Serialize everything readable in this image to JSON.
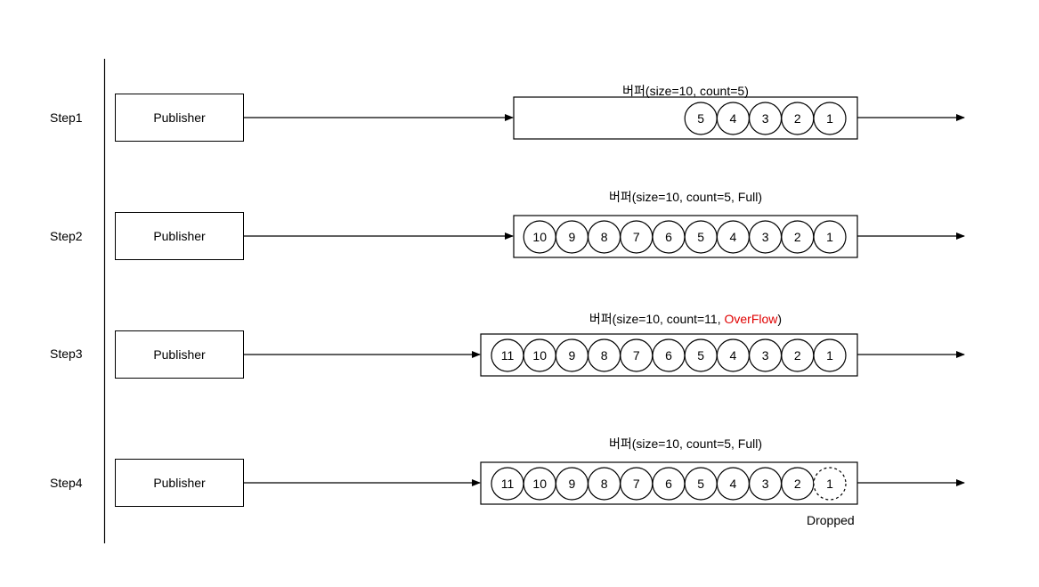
{
  "steps": [
    {
      "label": "Step1",
      "publisher": "Publisher",
      "buffer_label": "버퍼(size=10, count=5)",
      "buffer_label_warn": "",
      "buffer_label_end": "",
      "items": [
        "5",
        "4",
        "3",
        "2",
        "1"
      ],
      "dropped_items": []
    },
    {
      "label": "Step2",
      "publisher": "Publisher",
      "buffer_label": "버퍼(size=10, count=5, Full)",
      "buffer_label_warn": "",
      "buffer_label_end": "",
      "items": [
        "10",
        "9",
        "8",
        "7",
        "6",
        "5",
        "4",
        "3",
        "2",
        "1"
      ],
      "dropped_items": []
    },
    {
      "label": "Step3",
      "publisher": "Publisher",
      "buffer_label": "버퍼(size=10, count=11, ",
      "buffer_label_warn": "OverFlow",
      "buffer_label_end": ")",
      "items": [
        "11",
        "10",
        "9",
        "8",
        "7",
        "6",
        "5",
        "4",
        "3",
        "2",
        "1"
      ],
      "dropped_items": []
    },
    {
      "label": "Step4",
      "publisher": "Publisher",
      "buffer_label": "버퍼(size=10, count=5, Full)",
      "buffer_label_warn": "",
      "buffer_label_end": "",
      "items": [
        "11",
        "10",
        "9",
        "8",
        "7",
        "6",
        "5",
        "4",
        "3",
        "2",
        "1"
      ],
      "dropped_items": [
        "1"
      ],
      "dropped_label": "Dropped"
    }
  ],
  "colors": {
    "stroke": "#000000",
    "overflow": "#e00000",
    "background": "#ffffff"
  }
}
